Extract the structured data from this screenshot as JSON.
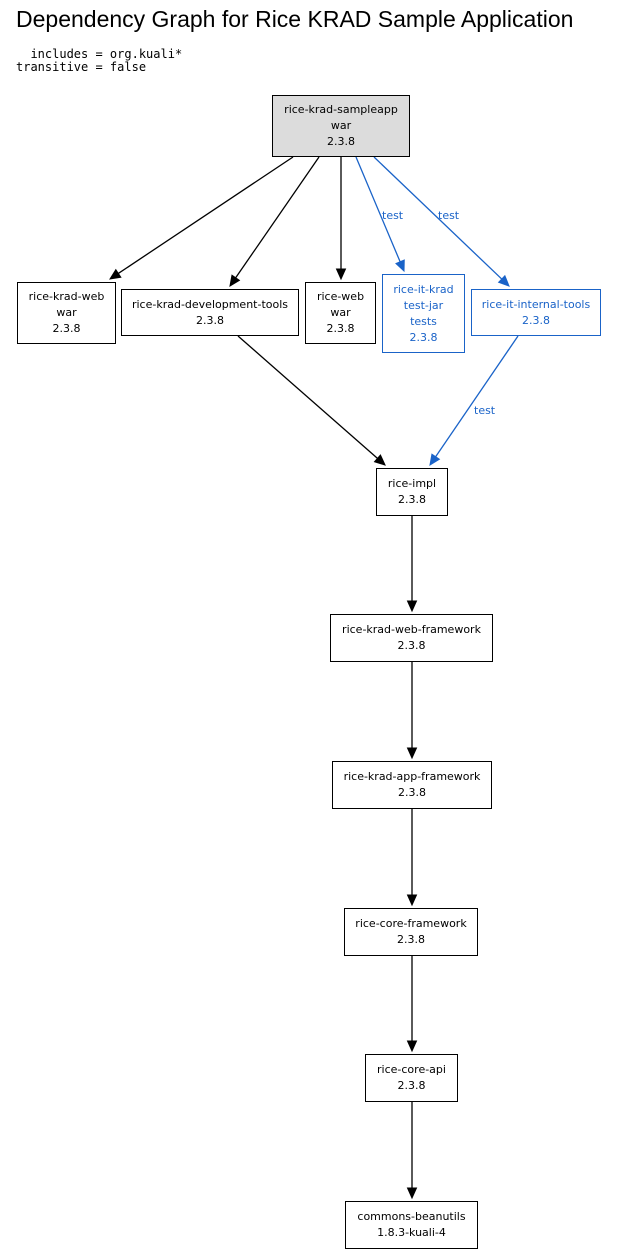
{
  "title": "Dependency Graph for Rice KRAD Sample Application",
  "config": {
    "lines": [
      "  includes = org.kuali*",
      "transitive = false"
    ]
  },
  "colors": {
    "compile": "#000000",
    "test": "#1a63c8",
    "root_fill": "#dcdcdc"
  },
  "nodes": [
    {
      "id": "sampleapp",
      "lines": [
        "rice-krad-sampleapp",
        "war",
        "2.3.8"
      ],
      "kind": "root"
    },
    {
      "id": "krad-web",
      "lines": [
        "rice-krad-web",
        "war",
        "2.3.8"
      ],
      "kind": "compile"
    },
    {
      "id": "krad-dev-tools",
      "lines": [
        "rice-krad-development-tools",
        "2.3.8"
      ],
      "kind": "compile"
    },
    {
      "id": "rice-web",
      "lines": [
        "rice-web",
        "war",
        "2.3.8"
      ],
      "kind": "compile"
    },
    {
      "id": "it-krad",
      "lines": [
        "rice-it-krad",
        "test-jar",
        "tests",
        "2.3.8"
      ],
      "kind": "test"
    },
    {
      "id": "it-internal-tools",
      "lines": [
        "rice-it-internal-tools",
        "2.3.8"
      ],
      "kind": "test"
    },
    {
      "id": "rice-impl",
      "lines": [
        "rice-impl",
        "2.3.8"
      ],
      "kind": "compile"
    },
    {
      "id": "web-framework",
      "lines": [
        "rice-krad-web-framework",
        "2.3.8"
      ],
      "kind": "compile"
    },
    {
      "id": "app-framework",
      "lines": [
        "rice-krad-app-framework",
        "2.3.8"
      ],
      "kind": "compile"
    },
    {
      "id": "core-framework",
      "lines": [
        "rice-core-framework",
        "2.3.8"
      ],
      "kind": "compile"
    },
    {
      "id": "core-api",
      "lines": [
        "rice-core-api",
        "2.3.8"
      ],
      "kind": "compile"
    },
    {
      "id": "beanutils",
      "lines": [
        "commons-beanutils",
        "1.8.3-kuali-4"
      ],
      "kind": "compile"
    }
  ],
  "edges": [
    {
      "from": "sampleapp",
      "to": "krad-web",
      "scope": ""
    },
    {
      "from": "sampleapp",
      "to": "krad-dev-tools",
      "scope": ""
    },
    {
      "from": "sampleapp",
      "to": "rice-web",
      "scope": ""
    },
    {
      "from": "sampleapp",
      "to": "it-krad",
      "scope": "test"
    },
    {
      "from": "sampleapp",
      "to": "it-internal-tools",
      "scope": "test"
    },
    {
      "from": "krad-dev-tools",
      "to": "rice-impl",
      "scope": ""
    },
    {
      "from": "it-internal-tools",
      "to": "rice-impl",
      "scope": "test"
    },
    {
      "from": "rice-impl",
      "to": "web-framework",
      "scope": ""
    },
    {
      "from": "web-framework",
      "to": "app-framework",
      "scope": ""
    },
    {
      "from": "app-framework",
      "to": "core-framework",
      "scope": ""
    },
    {
      "from": "core-framework",
      "to": "core-api",
      "scope": ""
    },
    {
      "from": "core-api",
      "to": "beanutils",
      "scope": ""
    }
  ]
}
